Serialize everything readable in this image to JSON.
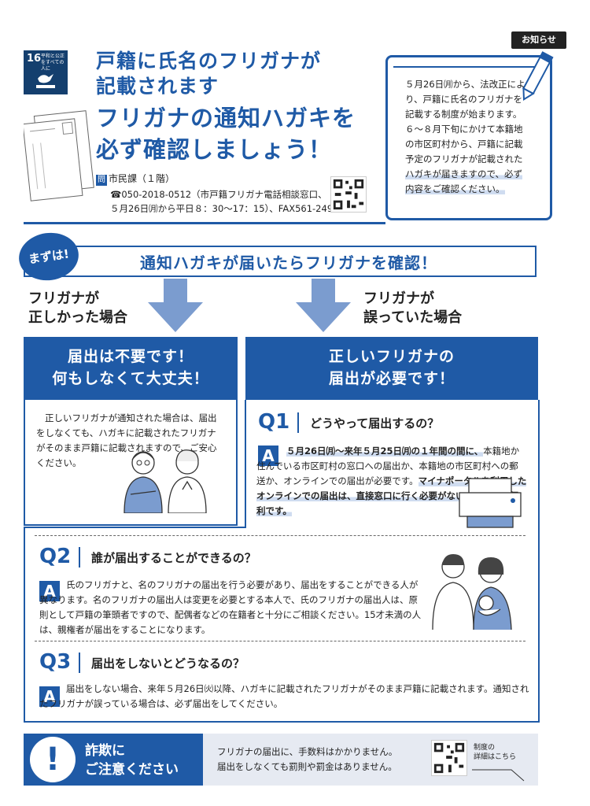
{
  "header": {
    "sdg": {
      "number": "16",
      "text": "平和と公正をすべての人に"
    },
    "subtitle_line1": "戸籍に氏名のフリガナが",
    "subtitle_line2": "記載されます",
    "title_line1": "フリガナの通知ハガキを",
    "title_line2": "必ず確認しましょう！",
    "dept_tag": "問",
    "dept": "市民課（１階）",
    "phone_line1": "☎050-2018-0512（市戸籍フリガナ電話相談窓口、",
    "phone_line2": "５月26日㈪から平日８：30〜17：15）、FAX561-2492"
  },
  "notice": {
    "badge": "お知らせ",
    "text_plain": "５月26日㈪から、法改正により、戸籍に氏名のフリガナを記載する制度が始まります。６〜８月下旬にかけて本籍地の市区町村から、戸籍に記載予定のフリガナが記載された",
    "text_highlight": "ハガキが届きますので、必ず内容をご確認ください。"
  },
  "banner": {
    "mazuwa": "まずは!",
    "text": "通知ハガキが届いたらフリガナを確認！"
  },
  "cases": {
    "correct_line1": "フリガナが",
    "correct_line2": "正しかった場合",
    "wrong_line1": "フリガナが",
    "wrong_line2": "誤っていた場合"
  },
  "left": {
    "head_line1": "届出は不要です！",
    "head_line2": "何もしなくて大丈夫！",
    "text": "正しいフリガナが通知された場合は、届出をしなくても、ハガキに記載されたフリガナがそのまま戸籍に記載されますので、ご安心ください。"
  },
  "right": {
    "head_line1": "正しいフリガナの",
    "head_line2": "届出が必要です！"
  },
  "q1": {
    "label": "Q1",
    "question": "どうやって届出するの？",
    "answer_badge": "A",
    "answer_hl1": "５月26日㈪〜来年５月25日㈪の１年間の間に、",
    "answer_plain": "本籍地か住んでいる市区町村の窓口への届出か、本籍地の市区町村への郵送か、オンラインでの届出が必要です。",
    "answer_hl2": "マイナポータルを利用したオンラインでの届出は、直接窓口に行く必要がないので、大変便利です。"
  },
  "q2": {
    "label": "Q2",
    "question": "誰が届出することができるの？",
    "answer_badge": "A",
    "answer": "氏のフリガナと、名のフリガナの届出を行う必要があり、届出をすることができる人が異なります。名のフリガナの届出人は変更を必要とする本人で、氏のフリガナの届出人は、原則として戸籍の筆頭者ですので、配偶者などの在籍者と十分にご相談ください。15才未満の人は、親権者が届出をすることになります。"
  },
  "q3": {
    "label": "Q3",
    "question": "届出をしないとどうなるの？",
    "answer_badge": "A",
    "answer": "届出をしない場合、来年５月26日㈫以降、ハガキに記載されたフリガナがそのまま戸籍に記載されます。通知されたフリガナが誤っている場合は、必ず届出をしてください。"
  },
  "footer": {
    "warn_line1": "詐欺に",
    "warn_line2": "ご注意ください",
    "info_line1": "フリガナの届出に、手数料はかかりません。",
    "info_line2": "届出をしなくても罰則や罰金はありません。",
    "detail_line1": "制度の",
    "detail_line2": "詳細はこちら"
  },
  "colors": {
    "accent": "#1f5aa6",
    "highlight": "#cfdcf0",
    "footer_bg": "#e6eaf2"
  }
}
